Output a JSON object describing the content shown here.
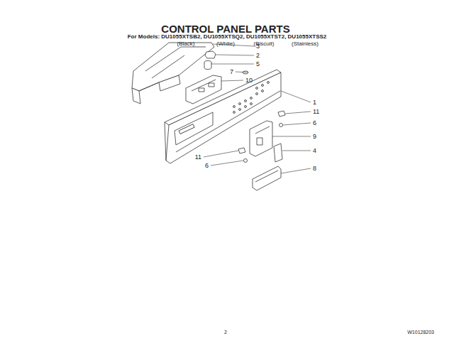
{
  "diagram": {
    "title": "CONTROL PANEL PARTS",
    "labels": [
      "For Models: DU1055XTSB2, DU1055XTSQ2, DU1055XTST2, DU1055XTSS2",
      "(Black)",
      "(White)",
      "(Biscuit)",
      "(Stainless)",
      "3",
      "2",
      "5",
      "7",
      "10",
      "1",
      "11",
      "6",
      "9",
      "4",
      "8",
      "11",
      "6",
      "2",
      "W10128203"
    ]
  }
}
